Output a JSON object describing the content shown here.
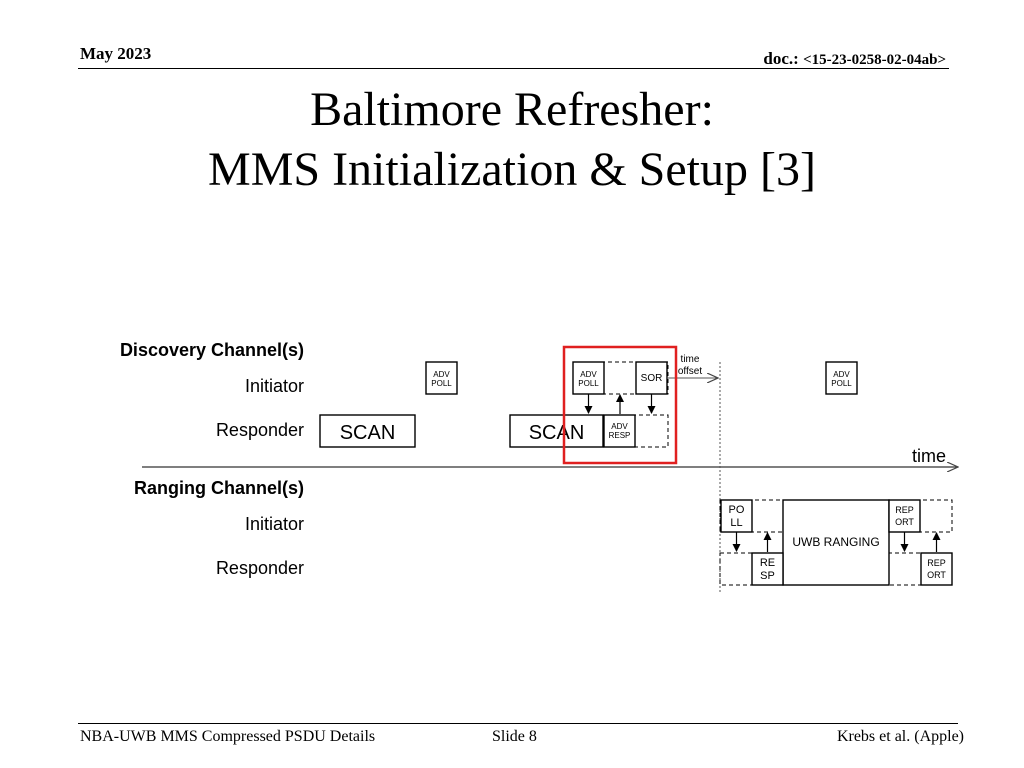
{
  "header": {
    "date": "May 2023",
    "doc_prefix": "doc.: ",
    "doc_id": "<15-23-0258-02-04ab>"
  },
  "title": {
    "line1": "Baltimore Refresher:",
    "line2": "MMS Initialization & Setup [3]"
  },
  "diagram": {
    "discovery_label": "Discovery Channel(s)",
    "ranging_label": "Ranging Channel(s)",
    "initiator_label": "Initiator",
    "responder_label": "Responder",
    "time_axis_label": "time",
    "time_offset_label_1": "time",
    "time_offset_label_2": "offset",
    "adv_poll_1": "ADV",
    "adv_poll_2": "POLL",
    "adv_resp_1": "ADV",
    "adv_resp_2": "RESP",
    "sor": "SOR",
    "scan": "SCAN",
    "poll_1": "PO",
    "poll_2": "LL",
    "resp_1": "RE",
    "resp_2": "SP",
    "report_1": "REP",
    "report_2": "ORT",
    "uwb_ranging": "UWB RANGING",
    "highlight_color": "#e02020"
  },
  "footer": {
    "left": "NBA-UWB MMS Compressed PSDU Details",
    "center": "Slide 8",
    "right": "Krebs et al. (Apple)"
  }
}
